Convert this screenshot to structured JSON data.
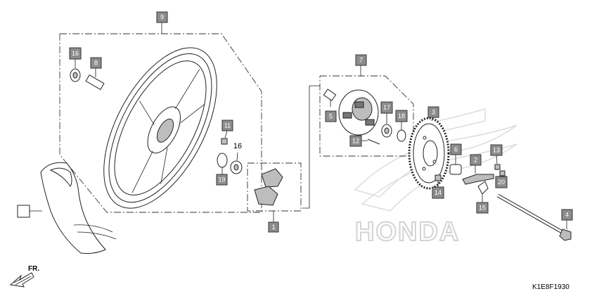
{
  "diagram": {
    "code": "K1E8F1930",
    "direction_label": "FR.",
    "watermark": "HONDA",
    "reference_box_label": "",
    "callouts": [
      {
        "id": "c9",
        "label": "9"
      },
      {
        "id": "c16a",
        "label": "16"
      },
      {
        "id": "c8",
        "label": "8"
      },
      {
        "id": "c11",
        "label": "11"
      },
      {
        "id": "c16b",
        "label": "16"
      },
      {
        "id": "c19",
        "label": "19"
      },
      {
        "id": "c1",
        "label": "1"
      },
      {
        "id": "c7",
        "label": "7"
      },
      {
        "id": "c5",
        "label": "5"
      },
      {
        "id": "c17",
        "label": "17"
      },
      {
        "id": "c18",
        "label": "18"
      },
      {
        "id": "c12",
        "label": "12"
      },
      {
        "id": "c3",
        "label": "3"
      },
      {
        "id": "c6",
        "label": "6"
      },
      {
        "id": "c2",
        "label": "2"
      },
      {
        "id": "c13",
        "label": "13"
      },
      {
        "id": "c14",
        "label": "14"
      },
      {
        "id": "c20",
        "label": "20"
      },
      {
        "id": "c15",
        "label": "15"
      },
      {
        "id": "c4",
        "label": "4"
      }
    ]
  },
  "colors": {
    "callout_fill": "#8c8c8c",
    "line": "#222222",
    "watermark": "#cfcfcf"
  }
}
